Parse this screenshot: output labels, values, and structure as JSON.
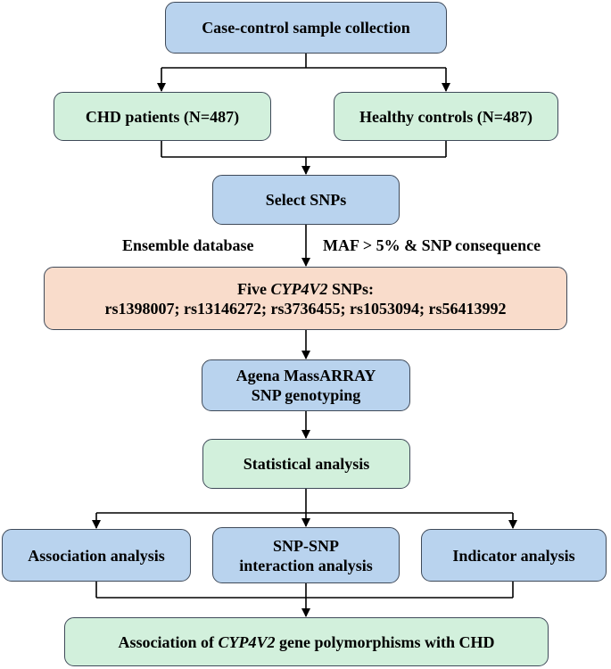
{
  "nodes": {
    "collection": "Case-control sample collection",
    "patients": "CHD patients (N=487)",
    "controls": "Healthy controls (N=487)",
    "select": "Select SNPs",
    "snps": {
      "prefix": "Five ",
      "gene": "CYP4V2",
      "suffix": " SNPs:",
      "list": "rs1398007; rs13146272; rs3736455; rs1053094; rs56413992"
    },
    "genotyping": {
      "line1": "Agena MassARRAY",
      "line2": "SNP genotyping"
    },
    "stats": "Statistical analysis",
    "association": "Association analysis",
    "interaction": {
      "line1": "SNP-SNP",
      "line2": "interaction analysis"
    },
    "indicator": "Indicator analysis",
    "conclusion": {
      "prefix": "Association of ",
      "gene": "CYP4V2",
      "suffix": " gene polymorphisms with CHD"
    }
  },
  "labels": {
    "database": "Ensemble database",
    "criteria": "MAF > 5% & SNP consequence"
  },
  "colors": {
    "blue": "#b9d3ee",
    "green": "#d2f0dc",
    "orange": "#f9dccb",
    "border": "#3f4a59"
  }
}
